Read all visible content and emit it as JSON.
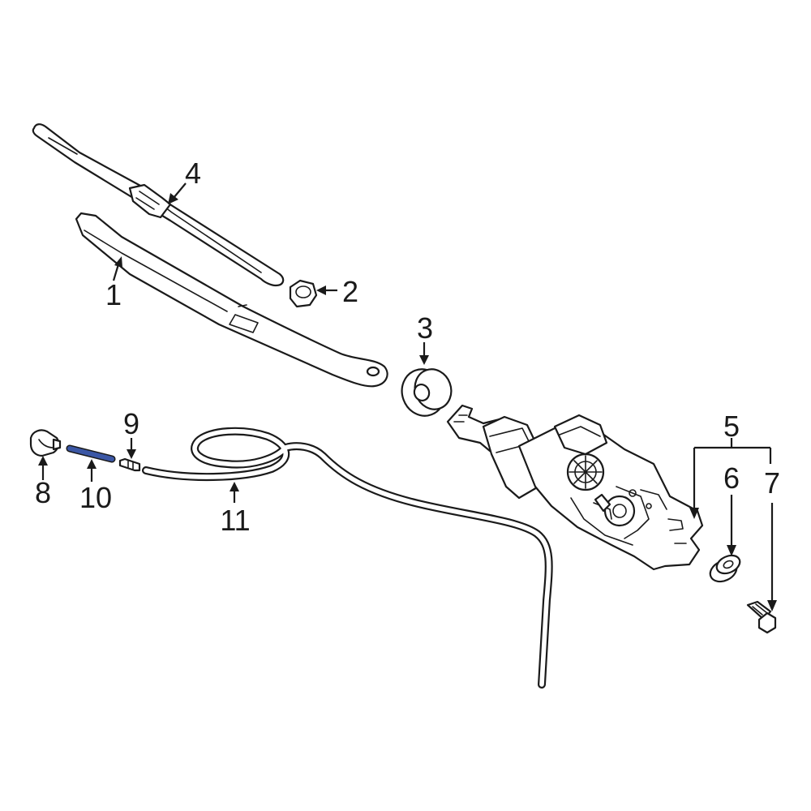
{
  "diagram": {
    "highlight_color": "#3b57a5",
    "line_color": "#1a1a1a",
    "background": "#ffffff",
    "callouts": {
      "c1": "1",
      "c2": "2",
      "c3": "3",
      "c4": "4",
      "c5": "5",
      "c6": "6",
      "c7": "7",
      "c8": "8",
      "c9": "9",
      "c10": "10",
      "c11": "11"
    }
  }
}
